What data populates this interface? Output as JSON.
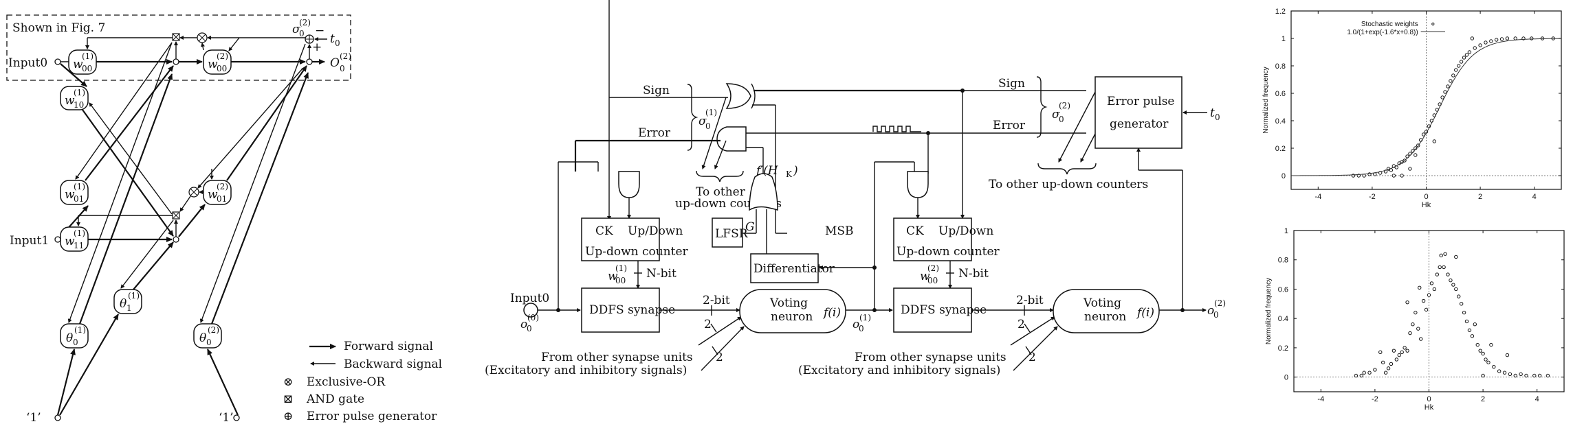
{
  "fig_left": {
    "dashed_label": "Shown in Fig. 7",
    "inputs": [
      "Input0",
      "Input1"
    ],
    "bias_inputs": [
      "‘1’",
      "‘1’"
    ],
    "target": "t",
    "target_sub": "0",
    "output": "O",
    "output_sub": "0",
    "output_sup": "(2)",
    "sigma": "σ",
    "sigma_sub": "0",
    "sigma_sup": "(2)",
    "minus": "−",
    "plus": "+",
    "nodes": [
      {
        "sym": "w",
        "sub": "00",
        "sup": "(1)"
      },
      {
        "sym": "w",
        "sub": "10",
        "sup": "(1)"
      },
      {
        "sym": "w",
        "sub": "01",
        "sup": "(1)"
      },
      {
        "sym": "w",
        "sub": "11",
        "sup": "(1)"
      },
      {
        "sym": "θ",
        "sub": "0",
        "sup": "(1)"
      },
      {
        "sym": "θ",
        "sub": "1",
        "sup": "(1)"
      },
      {
        "sym": "w",
        "sub": "00",
        "sup": "(2)"
      },
      {
        "sym": "w",
        "sub": "01",
        "sup": "(2)"
      },
      {
        "sym": "θ",
        "sub": "0",
        "sup": "(2)"
      }
    ],
    "legend": [
      {
        "icon": "forward-arrow",
        "label": "Forward signal"
      },
      {
        "icon": "backward-arrow",
        "label": "Backward signal"
      },
      {
        "icon": "xor-symbol",
        "glyph": "⊗",
        "label": "Exclusive-OR"
      },
      {
        "icon": "and-gate-symbol",
        "glyph": "⊠",
        "label": "AND gate"
      },
      {
        "icon": "error-pulse-symbol",
        "glyph": "⊕",
        "label": "Error pulse generator"
      }
    ]
  },
  "fig_middle": {
    "sign": "Sign",
    "error": "Error",
    "sigma1": "σ",
    "sigma1_sub": "0",
    "sigma1_sup": "(1)",
    "sigma2_sup": "(2)",
    "to_other_1a": "To other",
    "to_other_1b": "up-down counters",
    "to_other_2": "To other up-down counters",
    "f_prime": "f′(H",
    "f_prime_sub": "K",
    "f_prime_close": ")",
    "lfsr": "LFSR",
    "g": "G",
    "msb": "MSB",
    "differentiator": "Differentiator",
    "ck": "CK",
    "updown": "Up/Down",
    "counter": "Up-down counter",
    "w1": "w",
    "w_sub": "00",
    "w1_sup": "(1)",
    "w2_sup": "(2)",
    "nbit": "N-bit",
    "twobit": "2-bit",
    "two": "2",
    "input0": "Input0",
    "o": "o",
    "o_sub": "0",
    "o0_sup": "(0)",
    "o1_sup": "(1)",
    "o2_sup": "(2)",
    "ddfs": "DDFS synapse",
    "voting_1": "Voting",
    "voting_2": "neuron",
    "fi": "f(i)",
    "from_other_1": "From other synapse units",
    "from_other_2": "(Excitatory and inhibitory signals)",
    "epg_1": "Error pulse",
    "epg_2": "generator",
    "t0": "t",
    "t0_sub": "0"
  },
  "chart_data": [
    {
      "type": "scatter",
      "title": "",
      "xlabel": "Hk",
      "ylabel": "Normalized frequency",
      "xlim": [
        -5,
        5
      ],
      "ylim": [
        -0.1,
        1.2
      ],
      "xticks": [
        -4,
        -2,
        0,
        2,
        4
      ],
      "yticks": [
        0,
        0.2,
        0.4,
        0.6,
        0.8,
        1,
        1.2
      ],
      "ytick_labels": [
        "0",
        "0.2",
        "0.4",
        "0.6",
        "0.8",
        "1",
        "1.2"
      ],
      "legend_position": "top-left",
      "series": [
        {
          "name": "Stochastic weights",
          "kind": "points",
          "points": [
            [
              -2.7,
              0.0
            ],
            [
              -2.5,
              0.0
            ],
            [
              -2.3,
              0.0
            ],
            [
              -2.1,
              0.01
            ],
            [
              -1.9,
              0.01
            ],
            [
              -1.7,
              0.02
            ],
            [
              -1.5,
              0.03
            ],
            [
              -1.4,
              0.05
            ],
            [
              -1.3,
              0.04
            ],
            [
              -1.2,
              0.07
            ],
            [
              -1.1,
              0.06
            ],
            [
              -1.0,
              0.09
            ],
            [
              -0.9,
              0.1
            ],
            [
              -0.8,
              0.11
            ],
            [
              -0.7,
              0.14
            ],
            [
              -0.6,
              0.16
            ],
            [
              -0.5,
              0.18
            ],
            [
              -0.4,
              0.2
            ],
            [
              -0.3,
              0.22
            ],
            [
              -0.2,
              0.26
            ],
            [
              -0.1,
              0.3
            ],
            [
              0.0,
              0.32
            ],
            [
              0.1,
              0.36
            ],
            [
              0.2,
              0.4
            ],
            [
              0.3,
              0.44
            ],
            [
              0.4,
              0.48
            ],
            [
              0.5,
              0.52
            ],
            [
              0.6,
              0.57
            ],
            [
              0.7,
              0.61
            ],
            [
              0.8,
              0.65
            ],
            [
              0.9,
              0.69
            ],
            [
              1.0,
              0.73
            ],
            [
              1.1,
              0.77
            ],
            [
              1.2,
              0.8
            ],
            [
              1.3,
              0.83
            ],
            [
              1.4,
              0.86
            ],
            [
              1.5,
              0.88
            ],
            [
              1.6,
              0.9
            ],
            [
              1.8,
              0.93
            ],
            [
              2.0,
              0.95
            ],
            [
              2.2,
              0.97
            ],
            [
              2.4,
              0.98
            ],
            [
              2.6,
              0.99
            ],
            [
              2.8,
              0.995
            ],
            [
              3.0,
              1.0
            ],
            [
              3.3,
              1.0
            ],
            [
              3.6,
              1.0
            ],
            [
              3.9,
              1.0
            ],
            [
              4.3,
              1.0
            ],
            [
              4.7,
              1.0
            ],
            [
              -0.9,
              0.0
            ],
            [
              -0.6,
              0.05
            ],
            [
              -0.4,
              0.15
            ],
            [
              0.3,
              0.25
            ],
            [
              1.7,
              1.0
            ],
            [
              -1.2,
              0.0
            ]
          ]
        },
        {
          "name": "1.0/(1+exp(-1.6*x+0.8))",
          "kind": "line",
          "function": "1/(1+exp(-1.6*x+0.8))"
        }
      ]
    },
    {
      "type": "scatter",
      "title": "",
      "xlabel": "Hk",
      "ylabel": "Normalized frequency",
      "xlim": [
        -5,
        5
      ],
      "ylim": [
        -0.1,
        1.0
      ],
      "xticks": [
        -4,
        -2,
        0,
        2,
        4
      ],
      "yticks": [
        0,
        0.2,
        0.4,
        0.6,
        0.8,
        1
      ],
      "ytick_labels": [
        "0",
        "0.2",
        "0.4",
        "0.6",
        "0.8",
        "1"
      ],
      "series": [
        {
          "name": "Stochastic weights",
          "kind": "points",
          "points": [
            [
              -2.7,
              0.01
            ],
            [
              -2.5,
              0.01
            ],
            [
              -2.4,
              0.03
            ],
            [
              -2.2,
              0.03
            ],
            [
              -2.0,
              0.05
            ],
            [
              -1.8,
              0.17
            ],
            [
              -1.7,
              0.1
            ],
            [
              -1.6,
              0.03
            ],
            [
              -1.5,
              0.06
            ],
            [
              -1.4,
              0.09
            ],
            [
              -1.3,
              0.18
            ],
            [
              -1.2,
              0.12
            ],
            [
              -1.1,
              0.15
            ],
            [
              -1.0,
              0.17
            ],
            [
              -0.9,
              0.2
            ],
            [
              -0.8,
              0.51
            ],
            [
              -0.8,
              0.18
            ],
            [
              -0.7,
              0.3
            ],
            [
              -0.6,
              0.36
            ],
            [
              -0.5,
              0.44
            ],
            [
              -0.4,
              0.33
            ],
            [
              -0.35,
              0.61
            ],
            [
              -0.3,
              0.26
            ],
            [
              -0.2,
              0.52
            ],
            [
              -0.1,
              0.46
            ],
            [
              0.0,
              0.56
            ],
            [
              0.1,
              0.64
            ],
            [
              0.2,
              0.6
            ],
            [
              0.3,
              0.7
            ],
            [
              0.4,
              0.75
            ],
            [
              0.45,
              0.83
            ],
            [
              0.55,
              0.75
            ],
            [
              0.6,
              0.84
            ],
            [
              0.7,
              0.7
            ],
            [
              0.8,
              0.66
            ],
            [
              0.9,
              0.63
            ],
            [
              1.0,
              0.82
            ],
            [
              1.0,
              0.6
            ],
            [
              1.1,
              0.55
            ],
            [
              1.2,
              0.5
            ],
            [
              1.3,
              0.44
            ],
            [
              1.4,
              0.38
            ],
            [
              1.5,
              0.32
            ],
            [
              1.6,
              0.28
            ],
            [
              1.7,
              0.36
            ],
            [
              1.8,
              0.22
            ],
            [
              1.9,
              0.18
            ],
            [
              2.0,
              0.16
            ],
            [
              2.0,
              0.01
            ],
            [
              2.1,
              0.12
            ],
            [
              2.2,
              0.1
            ],
            [
              2.3,
              0.22
            ],
            [
              2.4,
              0.07
            ],
            [
              2.6,
              0.04
            ],
            [
              2.8,
              0.03
            ],
            [
              2.9,
              0.15
            ],
            [
              3.0,
              0.02
            ],
            [
              3.2,
              0.01
            ],
            [
              3.4,
              0.02
            ],
            [
              3.6,
              0.01
            ],
            [
              3.9,
              0.01
            ],
            [
              4.1,
              0.01
            ],
            [
              4.4,
              0.01
            ]
          ]
        }
      ]
    }
  ]
}
